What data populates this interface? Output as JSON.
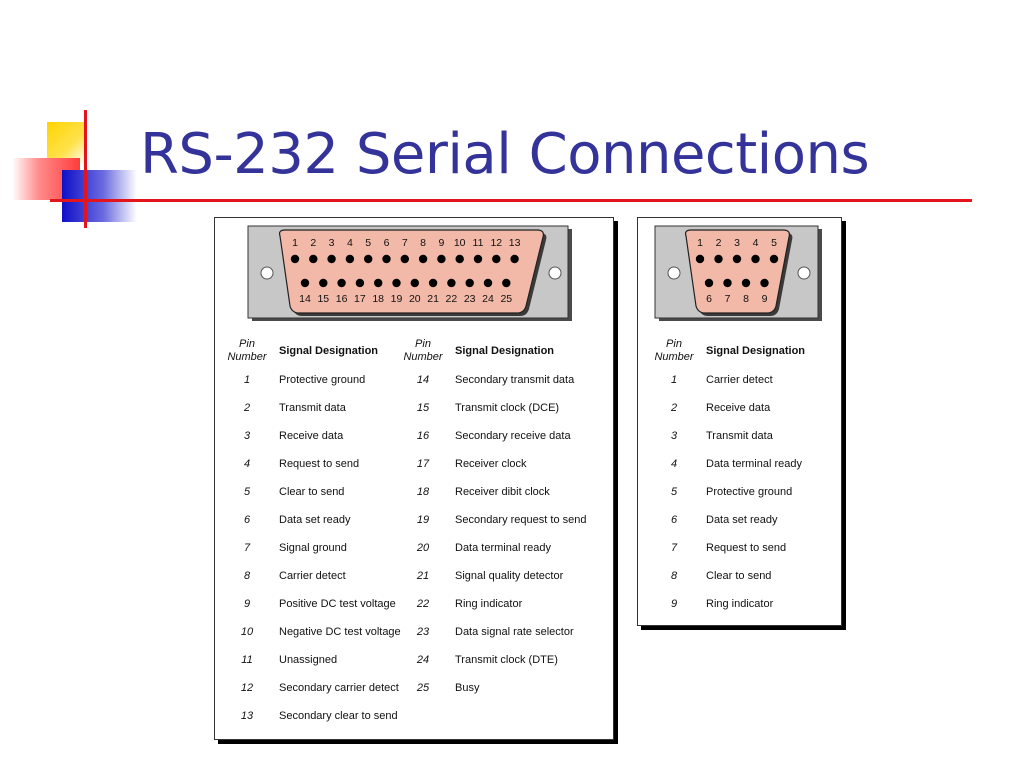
{
  "slide": {
    "title": "RS-232 Serial Connections"
  },
  "colors": {
    "title": "#333399",
    "rule": "#e3141b",
    "connector_face": "#f2b9a8",
    "shell": "#c7c7c7"
  },
  "db25": {
    "top_row_pins": [
      "1",
      "2",
      "3",
      "4",
      "5",
      "6",
      "7",
      "8",
      "9",
      "10",
      "11",
      "12",
      "13"
    ],
    "bottom_row_pins": [
      "14",
      "15",
      "16",
      "17",
      "18",
      "19",
      "20",
      "21",
      "22",
      "23",
      "24",
      "25"
    ],
    "headers": {
      "pin_number": "Pin Number",
      "signal": "Signal Designation"
    },
    "left_rows": [
      {
        "pin": "1",
        "signal": "Protective ground"
      },
      {
        "pin": "2",
        "signal": "Transmit data"
      },
      {
        "pin": "3",
        "signal": "Receive data"
      },
      {
        "pin": "4",
        "signal": "Request to send"
      },
      {
        "pin": "5",
        "signal": "Clear to send"
      },
      {
        "pin": "6",
        "signal": "Data set ready"
      },
      {
        "pin": "7",
        "signal": "Signal ground"
      },
      {
        "pin": "8",
        "signal": "Carrier detect"
      },
      {
        "pin": "9",
        "signal": "Positive DC test voltage"
      },
      {
        "pin": "10",
        "signal": "Negative DC test voltage"
      },
      {
        "pin": "11",
        "signal": "Unassigned"
      },
      {
        "pin": "12",
        "signal": "Secondary carrier detect"
      },
      {
        "pin": "13",
        "signal": "Secondary clear to send"
      }
    ],
    "right_rows": [
      {
        "pin": "14",
        "signal": "Secondary transmit data"
      },
      {
        "pin": "15",
        "signal": "Transmit clock (DCE)"
      },
      {
        "pin": "16",
        "signal": "Secondary receive data"
      },
      {
        "pin": "17",
        "signal": "Receiver clock"
      },
      {
        "pin": "18",
        "signal": "Receiver dibit clock"
      },
      {
        "pin": "19",
        "signal": "Secondary request to send"
      },
      {
        "pin": "20",
        "signal": "Data terminal ready"
      },
      {
        "pin": "21",
        "signal": "Signal quality detector"
      },
      {
        "pin": "22",
        "signal": "Ring indicator"
      },
      {
        "pin": "23",
        "signal": "Data signal rate selector"
      },
      {
        "pin": "24",
        "signal": "Transmit clock (DTE)"
      },
      {
        "pin": "25",
        "signal": "Busy"
      }
    ]
  },
  "db9": {
    "top_row_pins": [
      "1",
      "2",
      "3",
      "4",
      "5"
    ],
    "bottom_row_pins": [
      "6",
      "7",
      "8",
      "9"
    ],
    "headers": {
      "pin_number": "Pin Number",
      "signal": "Signal Designation"
    },
    "rows": [
      {
        "pin": "1",
        "signal": "Carrier detect"
      },
      {
        "pin": "2",
        "signal": "Receive data"
      },
      {
        "pin": "3",
        "signal": "Transmit data"
      },
      {
        "pin": "4",
        "signal": "Data terminal ready"
      },
      {
        "pin": "5",
        "signal": "Protective ground"
      },
      {
        "pin": "6",
        "signal": "Data set ready"
      },
      {
        "pin": "7",
        "signal": "Request to send"
      },
      {
        "pin": "8",
        "signal": "Clear to send"
      },
      {
        "pin": "9",
        "signal": "Ring indicator"
      }
    ]
  }
}
